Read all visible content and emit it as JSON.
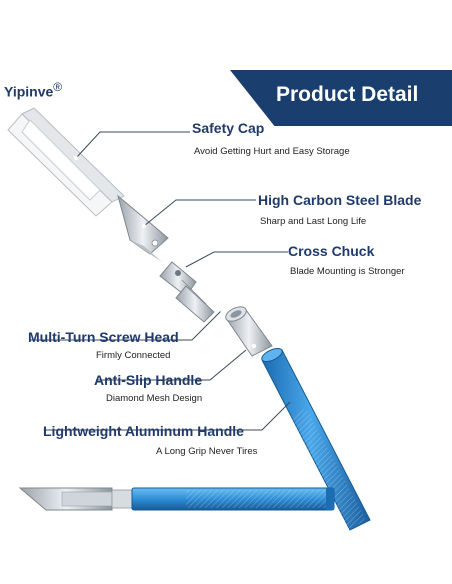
{
  "brand": {
    "name": "Yipinve",
    "mark": "®"
  },
  "banner": {
    "title": "Product Detail",
    "color": "#1a3e6e"
  },
  "callouts": [
    {
      "title": "Safety Cap",
      "desc": "Avoid Getting Hurt and Easy Storage"
    },
    {
      "title": "High Carbon Steel Blade",
      "desc": "Sharp and Last Long Life"
    },
    {
      "title": "Cross Chuck",
      "desc": "Blade Mounting is Stronger"
    },
    {
      "title": "Multi-Turn Screw Head",
      "desc": "Firmly Connected"
    },
    {
      "title": "Anti-Slip Handle",
      "desc": "Diamond Mesh Design"
    },
    {
      "title": "Lightweight Aluminum Handle",
      "desc": "A Long Grip Never Tires"
    }
  ],
  "colors": {
    "label": "#1f3a6b",
    "handle": "#2f8fd6",
    "handle_dark": "#1c6bb0",
    "metal": "#c9cfd6"
  }
}
